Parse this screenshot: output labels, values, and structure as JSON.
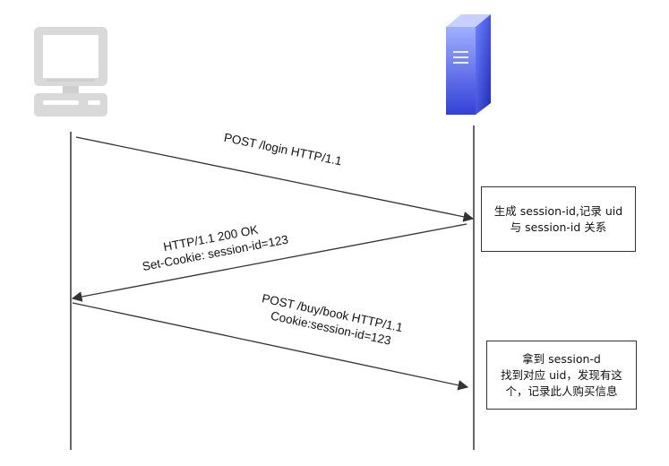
{
  "messages": [
    {
      "label_lines": [
        "POST /login HTTP/1.1"
      ]
    },
    {
      "label_lines": [
        "HTTP/1.1 200 OK",
        "Set-Cookie: session-id=123"
      ]
    },
    {
      "label_lines": [
        "POST /buy/book HTTP/1.1",
        "Cookie:session-id=123"
      ]
    }
  ],
  "notes": [
    {
      "lines": [
        "生成 session-id,记录 uid",
        "与 session-id 关系"
      ]
    },
    {
      "lines": [
        "拿到 session-d",
        "找到对应 uid，发现有这",
        "个，记录此人购买信息"
      ]
    }
  ],
  "colors": {
    "line": "#333333",
    "client_frame": "#d9d9d9",
    "server_blue": "#3f4fe0",
    "server_light": "#9fb0ff"
  },
  "icons": {
    "client": "desktop-computer-icon",
    "server": "server-tower-icon"
  }
}
